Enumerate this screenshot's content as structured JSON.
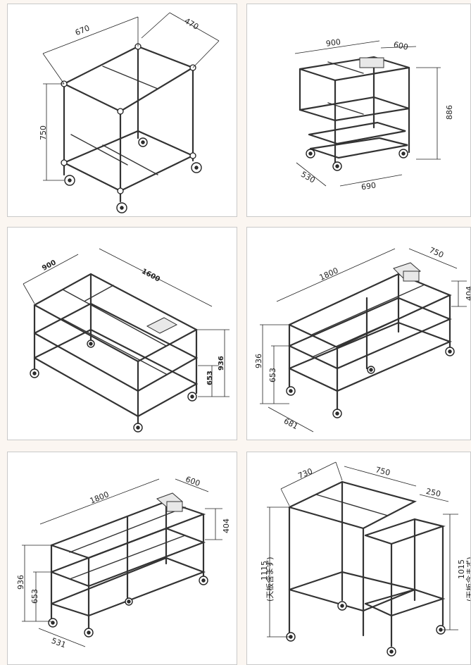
{
  "panels": [
    {
      "id": "p1",
      "dims": {
        "width": "670",
        "depth": "470",
        "height": "750"
      }
    },
    {
      "id": "p2",
      "dims": {
        "width": "900",
        "depth": "600",
        "height": "886",
        "inner_depth": "530",
        "inner_width": "690"
      }
    },
    {
      "id": "p3",
      "dims": {
        "depth": "900",
        "width": "1600",
        "height_mid": "653",
        "height_top": "936"
      }
    },
    {
      "id": "p4",
      "dims": {
        "width": "1800",
        "depth": "750",
        "plate_h": "404",
        "height_top": "936",
        "height_mid": "653",
        "inner": "681"
      }
    },
    {
      "id": "p5",
      "dims": {
        "width": "1800",
        "depth": "600",
        "plate_h": "404",
        "height_top": "936",
        "height_mid": "653",
        "inner": "531"
      }
    },
    {
      "id": "p6",
      "dims": {
        "depth": "730",
        "width": "750",
        "ext": "250",
        "height_main": "1115",
        "height_main_note": "(天板含まず)",
        "height_ext": "1015",
        "height_ext_note": "(天板含まず)"
      }
    }
  ]
}
